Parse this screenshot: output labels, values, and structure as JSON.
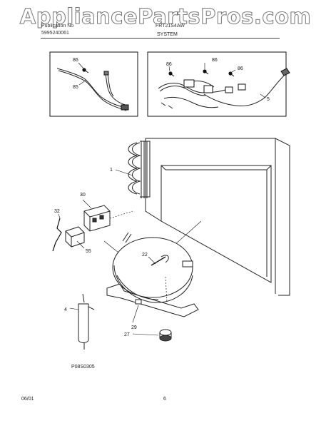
{
  "watermark": "AppliancePartsPros.com",
  "header": {
    "left_line1": "Publication No",
    "left_line2": "5995240061",
    "middle": "FRT21S4AW",
    "section": "SYSTEM"
  },
  "callouts": {
    "c86a": "86",
    "c85": "85",
    "c86b": "86",
    "c86c": "86",
    "c86d": "86",
    "c5": "5",
    "c1": "1",
    "c30": "30",
    "c32": "32",
    "c55": "55",
    "c22": "22",
    "c4": "4",
    "c29": "29",
    "c27": "27"
  },
  "figure_code": "P08S0305",
  "footer": {
    "date": "06/01",
    "page_number": "6"
  }
}
